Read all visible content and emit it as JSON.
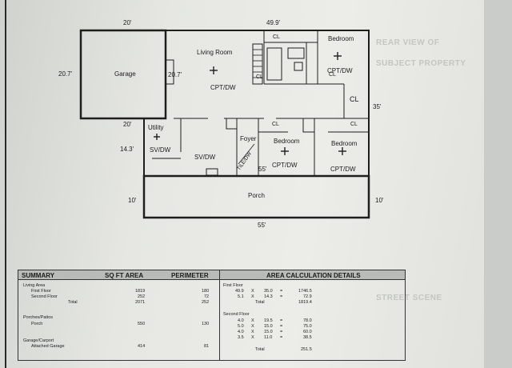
{
  "plan": {
    "dimensions": {
      "top_left": "20'",
      "top_right": "49.9'",
      "left": "20.7'",
      "garage_inner": "20.7'",
      "right": "35'",
      "utility_left": "20'",
      "utility_side": "14.3'",
      "porch_left": "10'",
      "porch_right": "10'",
      "bottom": "55'",
      "foyer_bottom": "55'"
    },
    "rooms": {
      "garage": "Garage",
      "living": "Living Room",
      "living_floor": "CPT/DW",
      "bedroom1": "Bedroom",
      "bedroom1_floor": "CPT/DW",
      "bedroom2": "Bedroom",
      "bedroom2_floor": "CPT/DW",
      "bedroom3": "Bedroom",
      "bedroom3_floor": "CPT/DW",
      "utility": "Utility",
      "utility_floor": "SV/DW",
      "kitchen_floor": "SV/DW",
      "foyer": "Foyer",
      "foyer_floor": "TILE/DW",
      "porch": "Porch",
      "closets": [
        "CL",
        "CL",
        "CL",
        "CL",
        "CL",
        "CL"
      ]
    }
  },
  "ghost_text": [
    "REAR VIEW OF",
    "SUBJECT PROPERTY",
    "STREET SCENE"
  ],
  "summary": {
    "headers": {
      "summary": "SUMMARY",
      "area": "SQ FT AREA",
      "perimeter": "PERIMETER",
      "details": "AREA CALCULATION DETAILS"
    },
    "living": {
      "title": "Living Area",
      "rows": [
        {
          "label": "First Floor",
          "area": "1819",
          "perimeter": "180"
        },
        {
          "label": "Second Floor",
          "area": "252",
          "perimeter": "72"
        },
        {
          "label": "Total",
          "area": "2071",
          "perimeter": "252"
        }
      ]
    },
    "porches": {
      "title": "Porches/Patios",
      "rows": [
        {
          "label": "Porch",
          "area": "550",
          "perimeter": "130"
        }
      ]
    },
    "garage": {
      "title": "Garage/Carport",
      "rows": [
        {
          "label": "Attached Garage",
          "area": "414",
          "perimeter": "81"
        }
      ]
    },
    "first_floor": {
      "title": "First Floor",
      "rows": [
        {
          "a": "49.9",
          "x": "X",
          "b": "35.0",
          "eq": "=",
          "r": "1746.5"
        },
        {
          "a": "5.1",
          "x": "X",
          "b": "14.3",
          "eq": "=",
          "r": "72.9"
        }
      ],
      "total_label": "Total",
      "total": "1819.4"
    },
    "second_floor": {
      "title": "Second Floor",
      "rows": [
        {
          "a": "4.0",
          "x": "X",
          "b": "19.5",
          "eq": "=",
          "r": "78.0"
        },
        {
          "a": "5.0",
          "x": "X",
          "b": "15.0",
          "eq": "=",
          "r": "75.0"
        },
        {
          "a": "4.0",
          "x": "X",
          "b": "15.0",
          "eq": "=",
          "r": "60.0"
        },
        {
          "a": "3.5",
          "x": "X",
          "b": "11.0",
          "eq": "=",
          "r": "38.5"
        }
      ],
      "total_label": "Total",
      "total": "251.5"
    }
  }
}
